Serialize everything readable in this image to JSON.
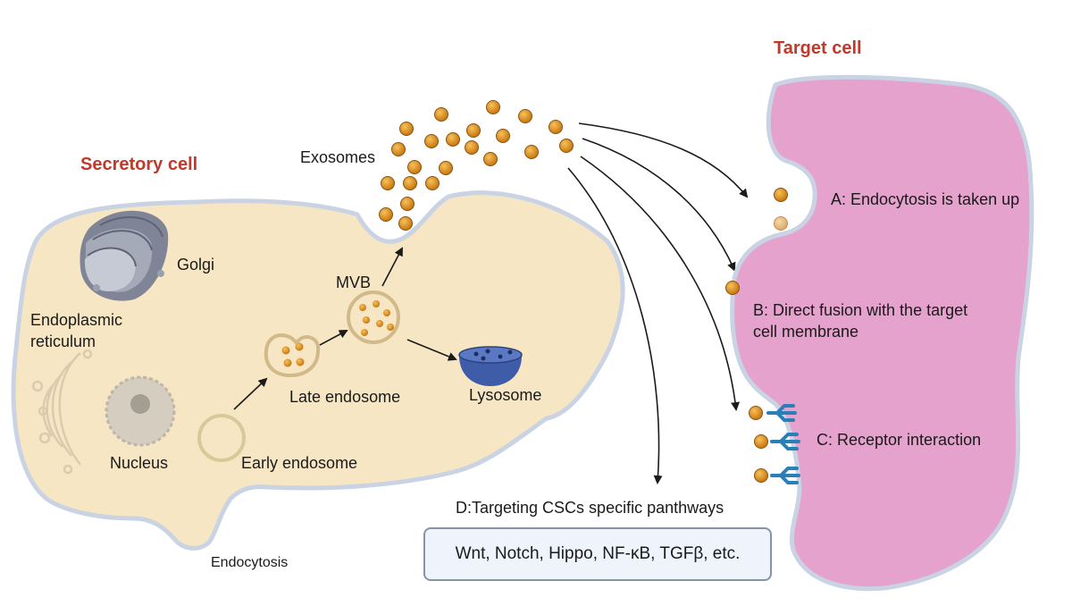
{
  "colors": {
    "secretory_cell_fill": "#f7e6c3",
    "target_cell_fill": "#e4a2cd",
    "membrane": "#c9d3e3",
    "exosome": "#d98a1c",
    "lysosome": "#3f5ca8",
    "receptor": "#2a7fb8",
    "title": "#c0392b"
  },
  "titles": {
    "secretory": "Secretory cell",
    "target": "Target cell"
  },
  "organelles": {
    "golgi": "Golgi",
    "er_line1": "Endoplasmic",
    "er_line2": "reticulum",
    "nucleus": "Nucleus",
    "early_endosome": "Early  endosome",
    "late_endosome": "Late endosome",
    "mvb": "MVB",
    "lysosome": "Lysosome",
    "endocytosis": "Endocytosis",
    "exosomes": "Exosomes"
  },
  "mechanisms": {
    "a": "A: Endocytosis is taken up",
    "b_line1": "B: Direct fusion with the target",
    "b_line2": "cell membrane",
    "c": "C: Receptor interaction",
    "d": "D:Targeting CSCs specific panthways"
  },
  "pathways": "Wnt, Notch, Hippo, NF-κB, TGFβ, etc.",
  "icons": [
    "golgi-icon",
    "er-icon",
    "nucleus-icon",
    "endosome-icon",
    "mvb-icon",
    "lysosome-icon",
    "exosome-icon",
    "receptor-icon"
  ]
}
